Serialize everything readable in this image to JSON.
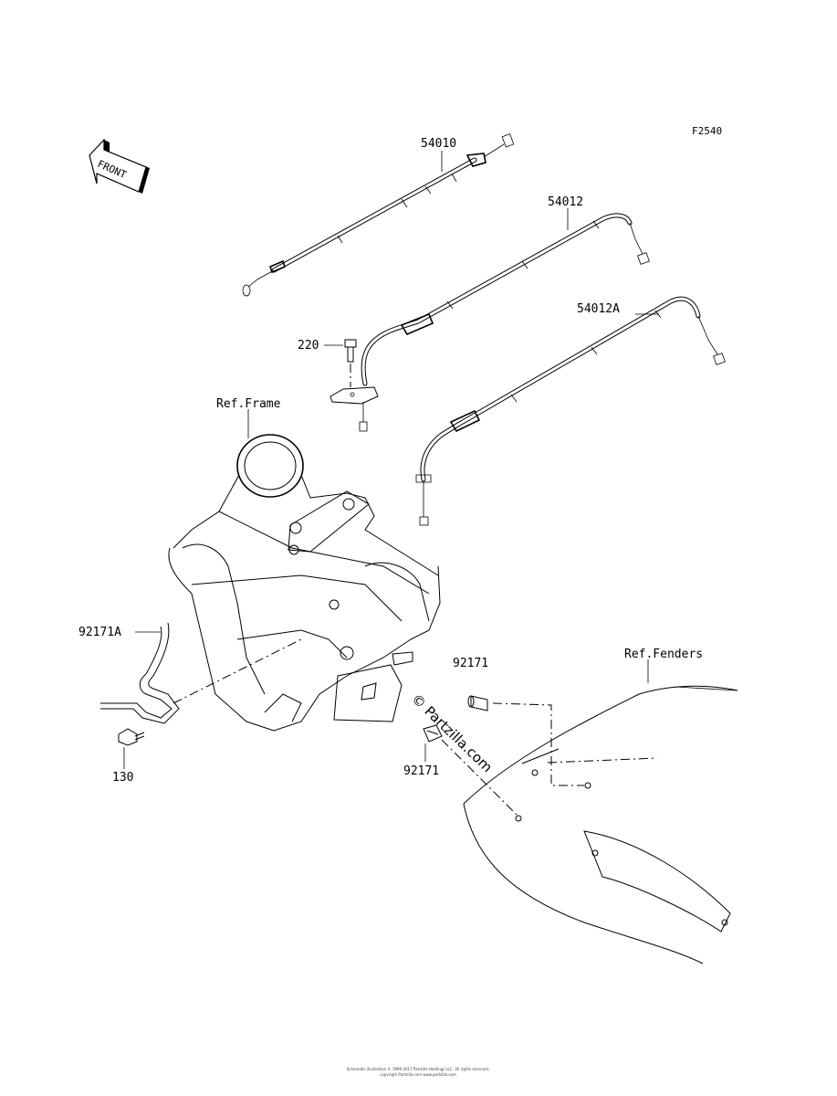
{
  "figure_code": "F2540",
  "front_label": "FRONT",
  "parts": [
    {
      "id": "p54010",
      "number": "54010"
    },
    {
      "id": "p54012",
      "number": "54012"
    },
    {
      "id": "p54012A",
      "number": "54012A"
    },
    {
      "id": "p220",
      "number": "220"
    },
    {
      "id": "p92171A",
      "number": "92171A"
    },
    {
      "id": "p130",
      "number": "130"
    },
    {
      "id": "p92171a",
      "number": "92171"
    },
    {
      "id": "p92171b",
      "number": "92171"
    }
  ],
  "references": {
    "frame": "Ref.Frame",
    "fenders": "Ref.Fenders"
  },
  "watermark": "© Partzilla.com",
  "footer": {
    "line1": "Schematic illustration © 1996-2017 Partzilla Holdings LLC. All rights reserved.",
    "line2": "copyright Partzilla.com www.partzilla.com"
  }
}
